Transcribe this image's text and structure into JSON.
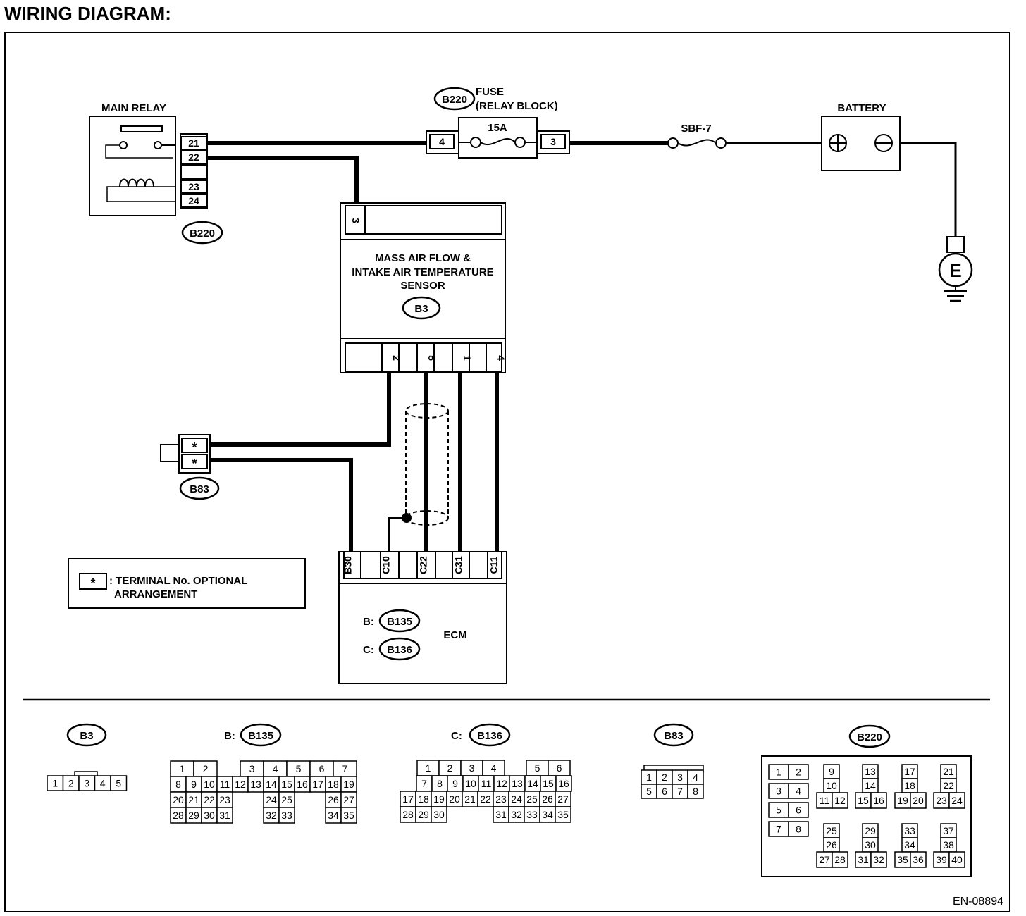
{
  "title": "WIRING DIAGRAM:",
  "doc_code": "EN-08894",
  "main_relay": {
    "label": "MAIN RELAY",
    "terminals": [
      "21",
      "22",
      "23",
      "24"
    ],
    "connector": "B220"
  },
  "fuse": {
    "label_line1": "FUSE",
    "label_line2": "(RELAY BLOCK)",
    "rating": "15A",
    "connector": "B220",
    "terminal_left": "4",
    "terminal_right": "3"
  },
  "sbf": {
    "label": "SBF-7"
  },
  "battery": {
    "label": "BATTERY",
    "plus": "+",
    "minus": "−"
  },
  "ground": {
    "label": "E"
  },
  "maf_sensor": {
    "line1": "MASS AIR FLOW &",
    "line2": "INTAKE AIR TEMPERATURE",
    "line3": "SENSOR",
    "connector": "B3",
    "top_terminal": "3",
    "bottom_terminals": [
      "2",
      "5",
      "1",
      "4"
    ]
  },
  "b83": {
    "connector": "B83",
    "terminals": [
      "*",
      "*"
    ]
  },
  "ecm": {
    "label": "ECM",
    "terminals": [
      "B30",
      "C10",
      "C22",
      "C31",
      "C11"
    ],
    "b_prefix": "B:",
    "b_connector": "B135",
    "c_prefix": "C:",
    "c_connector": "B136"
  },
  "legend": {
    "symbol": "*",
    "line1": ": TERMINAL No. OPTIONAL",
    "line2": "ARRANGEMENT"
  },
  "connector_views": {
    "b3": {
      "label": "B3",
      "pins": [
        "1",
        "2",
        "3",
        "4",
        "5"
      ]
    },
    "b135": {
      "prefix": "B:",
      "label": "B135",
      "row1": [
        "1",
        "2",
        "",
        "3",
        "4",
        "5",
        "6",
        "7"
      ],
      "row2": [
        "8",
        "9",
        "10",
        "11",
        "12",
        "13",
        "14",
        "15",
        "16",
        "17",
        "18",
        "19"
      ],
      "row3": [
        "20",
        "21",
        "22",
        "23",
        "24",
        "25",
        "26",
        "27"
      ],
      "row4": [
        "28",
        "29",
        "30",
        "31",
        "32",
        "33",
        "34",
        "35"
      ]
    },
    "b136": {
      "prefix": "C:",
      "label": "B136",
      "row1": [
        "1",
        "2",
        "3",
        "4",
        "",
        "5",
        "6"
      ],
      "row2": [
        "7",
        "8",
        "9",
        "10",
        "11",
        "12",
        "13",
        "14",
        "15",
        "16"
      ],
      "row3": [
        "17",
        "18",
        "19",
        "20",
        "21",
        "22",
        "23",
        "24",
        "25",
        "26",
        "27"
      ],
      "row4": [
        "28",
        "29",
        "30",
        "31",
        "32",
        "33",
        "34",
        "35"
      ]
    },
    "b83": {
      "label": "B83",
      "row1": [
        "1",
        "2",
        "3",
        "4"
      ],
      "row2": [
        "5",
        "6",
        "7",
        "8"
      ]
    },
    "b220": {
      "label": "B220",
      "col1": [
        "1",
        "2",
        "3",
        "4",
        "5",
        "6",
        "7",
        "8"
      ],
      "groups": [
        [
          "9",
          "10",
          "11",
          "12"
        ],
        [
          "13",
          "14",
          "15",
          "16"
        ],
        [
          "17",
          "18",
          "19",
          "20"
        ],
        [
          "21",
          "22",
          "23",
          "24"
        ],
        [
          "25",
          "26",
          "27",
          "28"
        ],
        [
          "29",
          "30",
          "31",
          "32"
        ],
        [
          "33",
          "34",
          "35",
          "36"
        ],
        [
          "37",
          "38",
          "39",
          "40"
        ]
      ]
    }
  }
}
